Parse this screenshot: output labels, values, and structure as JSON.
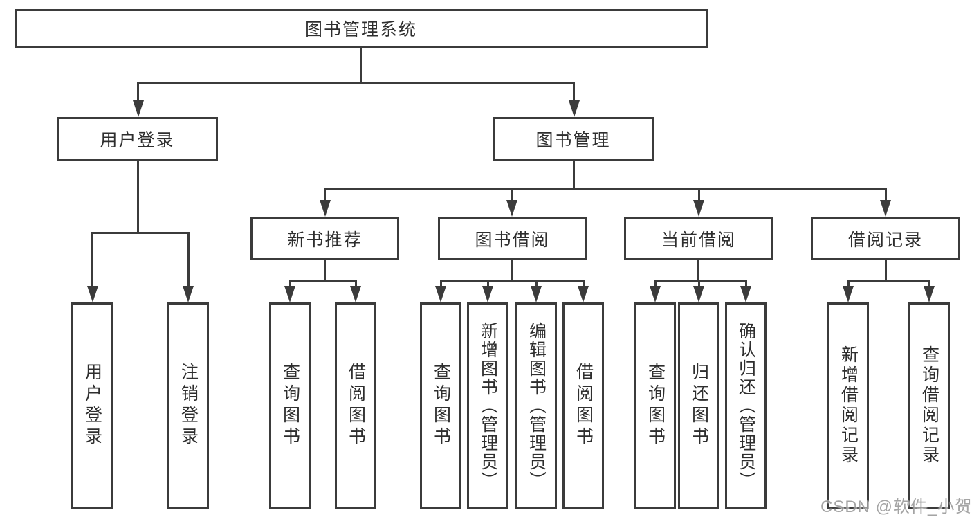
{
  "diagram": {
    "root": "图书管理系统",
    "level2": {
      "user_login": "用户登录",
      "book_management": "图书管理"
    },
    "level3": {
      "new_book_recommend": "新书推荐",
      "book_borrowing": "图书借阅",
      "current_borrowing": "当前借阅",
      "borrowing_records": "借阅记录"
    },
    "leaves": {
      "user_login": [
        "用户登录",
        "注销登录"
      ],
      "new_book_recommend": [
        "查询图书",
        "借阅图书"
      ],
      "book_borrowing": [
        "查询图书",
        "新增图书（管理员）",
        "编辑图书（管理员）",
        "借阅图书"
      ],
      "current_borrowing": [
        "查询图书",
        "归还图书",
        "确认归还（管理员）"
      ],
      "borrowing_records": [
        "新增借阅记录",
        "查询借阅记录"
      ]
    }
  },
  "colors": {
    "line": "#3b3b3b",
    "text": "#2e2e2e",
    "background": "#ffffff",
    "watermark_text": "#9b9b9b"
  },
  "watermark": "CSDN @软件_小贺同学"
}
